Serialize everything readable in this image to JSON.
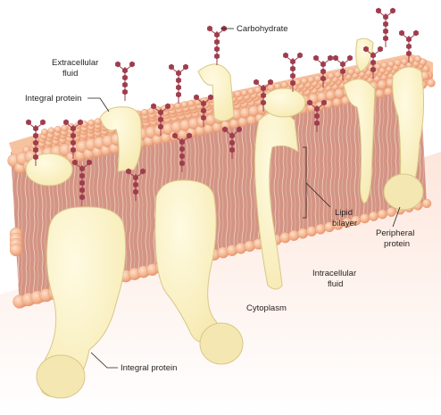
{
  "labels": {
    "carbohydrate": "Carbohydrate",
    "extracellular_1": "Extracellular",
    "extracellular_2": "fluid",
    "integral_protein_top": "Integral protein",
    "lipid_bilayer_1": "Lipid",
    "lipid_bilayer_2": "bilayer",
    "peripheral_protein_1": "Peripheral",
    "peripheral_protein_2": "protein",
    "intracellular_1": "Intracellular",
    "intracellular_2": "fluid",
    "cytoplasm": "Cytoplasm",
    "integral_protein_bottom": "Integral protein"
  },
  "colors": {
    "phospholipid_head": "#f4b690",
    "phospholipid_head_dark": "#e79a76",
    "tail_region": "#d49484",
    "tail_line": "#f6e4d8",
    "protein": "#fbf3c4",
    "protein_outline": "#d9c789",
    "carbohydrate": "#9e3d4e",
    "cytoplasm_glow": "#fde6dc"
  }
}
